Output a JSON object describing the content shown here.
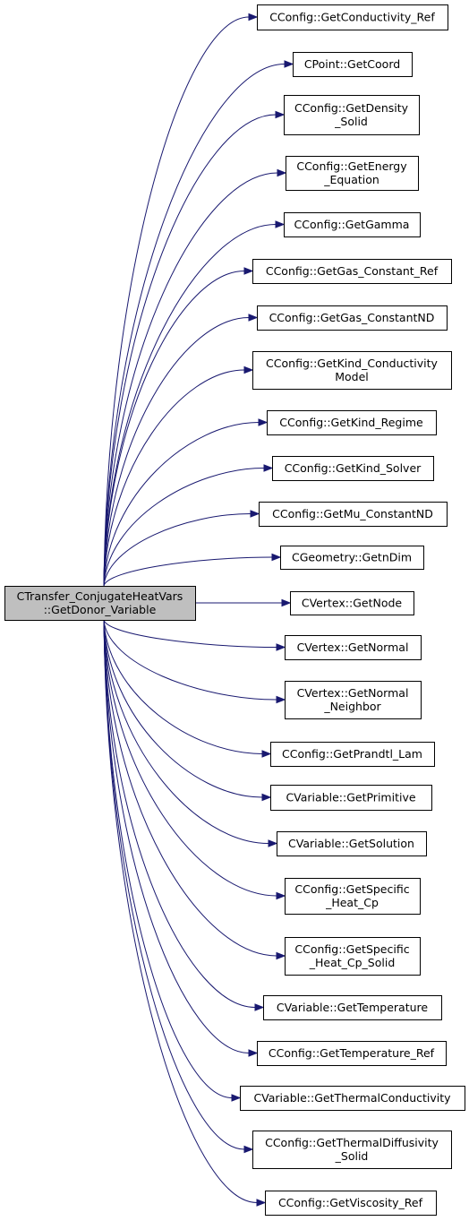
{
  "diagram": {
    "type": "call-graph",
    "colors": {
      "edge": "#191970",
      "source_fill": "#bfbfbf",
      "node_fill": "#ffffff",
      "node_border": "#000000"
    },
    "source": {
      "lines": [
        "CTransfer_ConjugateHeatVars",
        "::GetDonor_Variable"
      ]
    },
    "targets": [
      {
        "lines": [
          "CConfig::GetConductivity_Ref"
        ]
      },
      {
        "lines": [
          "CPoint::GetCoord"
        ]
      },
      {
        "lines": [
          "CConfig::GetDensity",
          "_Solid"
        ]
      },
      {
        "lines": [
          "CConfig::GetEnergy",
          "_Equation"
        ]
      },
      {
        "lines": [
          "CConfig::GetGamma"
        ]
      },
      {
        "lines": [
          "CConfig::GetGas_Constant_Ref"
        ]
      },
      {
        "lines": [
          "CConfig::GetGas_ConstantND"
        ]
      },
      {
        "lines": [
          "CConfig::GetKind_Conductivity",
          "Model"
        ]
      },
      {
        "lines": [
          "CConfig::GetKind_Regime"
        ]
      },
      {
        "lines": [
          "CConfig::GetKind_Solver"
        ]
      },
      {
        "lines": [
          "CConfig::GetMu_ConstantND"
        ]
      },
      {
        "lines": [
          "CGeometry::GetnDim"
        ]
      },
      {
        "lines": [
          "CVertex::GetNode"
        ]
      },
      {
        "lines": [
          "CVertex::GetNormal"
        ]
      },
      {
        "lines": [
          "CVertex::GetNormal",
          "_Neighbor"
        ]
      },
      {
        "lines": [
          "CConfig::GetPrandtl_Lam"
        ]
      },
      {
        "lines": [
          "CVariable::GetPrimitive"
        ]
      },
      {
        "lines": [
          "CVariable::GetSolution"
        ]
      },
      {
        "lines": [
          "CConfig::GetSpecific",
          "_Heat_Cp"
        ]
      },
      {
        "lines": [
          "CConfig::GetSpecific",
          "_Heat_Cp_Solid"
        ]
      },
      {
        "lines": [
          "CVariable::GetTemperature"
        ]
      },
      {
        "lines": [
          "CConfig::GetTemperature_Ref"
        ]
      },
      {
        "lines": [
          "CVariable::GetThermalConductivity"
        ]
      },
      {
        "lines": [
          "CConfig::GetThermalDiffusivity",
          "_Solid"
        ]
      },
      {
        "lines": [
          "CConfig::GetViscosity_Ref"
        ]
      }
    ]
  }
}
